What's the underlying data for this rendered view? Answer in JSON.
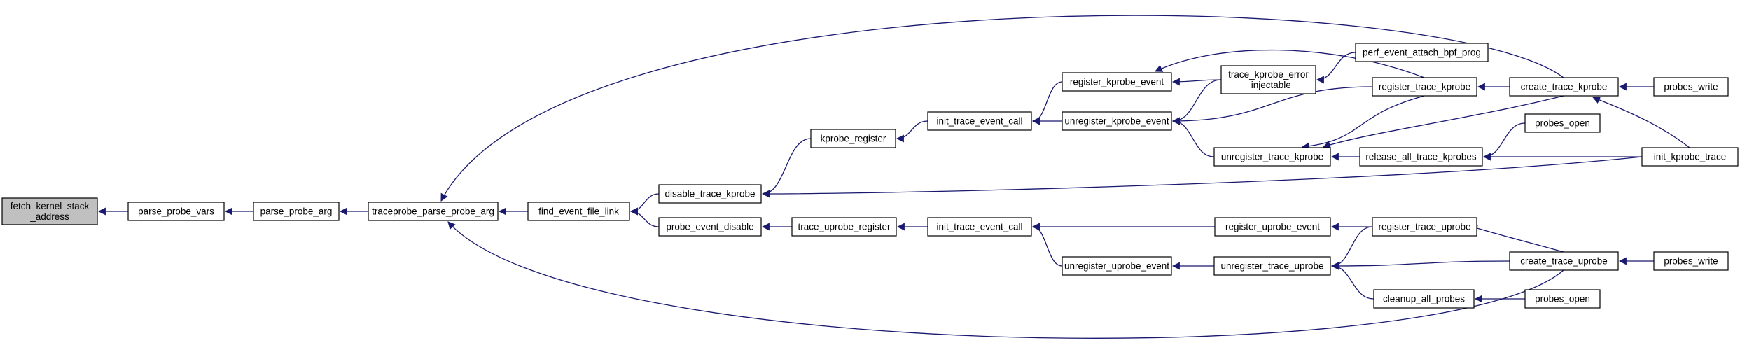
{
  "graph": {
    "title": "",
    "colors": {
      "edge": "#191970",
      "root_fill": "#c0c0c0",
      "node_fill": "#ffffff",
      "node_stroke": "#000000"
    },
    "nodes": [
      {
        "id": "n0",
        "lines": [
          "fetch_kernel_stack",
          "_address"
        ],
        "root": true
      },
      {
        "id": "n1",
        "lines": [
          "parse_probe_vars"
        ]
      },
      {
        "id": "n2",
        "lines": [
          "parse_probe_arg"
        ]
      },
      {
        "id": "n3",
        "lines": [
          "traceprobe_parse_probe_arg"
        ]
      },
      {
        "id": "n4",
        "lines": [
          "find_event_file_link"
        ]
      },
      {
        "id": "n5",
        "lines": [
          "disable_trace_kprobe"
        ]
      },
      {
        "id": "n6",
        "lines": [
          "probe_event_disable"
        ]
      },
      {
        "id": "n7",
        "lines": [
          "kprobe_register"
        ]
      },
      {
        "id": "n8",
        "lines": [
          "trace_uprobe_register"
        ]
      },
      {
        "id": "n9",
        "lines": [
          "init_trace_event_call"
        ]
      },
      {
        "id": "n10",
        "lines": [
          "init_trace_event_call"
        ]
      },
      {
        "id": "n11",
        "lines": [
          "register_kprobe_event"
        ]
      },
      {
        "id": "n12",
        "lines": [
          "unregister_kprobe_event"
        ]
      },
      {
        "id": "n13",
        "lines": [
          "register_uprobe_event"
        ]
      },
      {
        "id": "n14",
        "lines": [
          "unregister_uprobe_event"
        ]
      },
      {
        "id": "n15",
        "lines": [
          "trace_kprobe_error",
          "_injectable"
        ]
      },
      {
        "id": "n16",
        "lines": [
          "unregister_trace_kprobe"
        ]
      },
      {
        "id": "n17",
        "lines": [
          "unregister_trace_uprobe"
        ]
      },
      {
        "id": "n18",
        "lines": [
          "perf_event_attach_bpf_prog"
        ]
      },
      {
        "id": "n19",
        "lines": [
          "register_trace_kprobe"
        ]
      },
      {
        "id": "n20",
        "lines": [
          "release_all_trace_kprobes"
        ]
      },
      {
        "id": "n21",
        "lines": [
          "register_trace_uprobe"
        ]
      },
      {
        "id": "n22",
        "lines": [
          "cleanup_all_probes"
        ]
      },
      {
        "id": "n23",
        "lines": [
          "create_trace_kprobe"
        ]
      },
      {
        "id": "n24",
        "lines": [
          "probes_open"
        ]
      },
      {
        "id": "n25",
        "lines": [
          "create_trace_uprobe"
        ]
      },
      {
        "id": "n26",
        "lines": [
          "probes_open"
        ]
      },
      {
        "id": "n27",
        "lines": [
          "probes_write"
        ]
      },
      {
        "id": "n28",
        "lines": [
          "init_kprobe_trace"
        ]
      },
      {
        "id": "n29",
        "lines": [
          "probes_write"
        ]
      }
    ],
    "edges": [
      {
        "caller": "n1",
        "callee": "n0"
      },
      {
        "caller": "n2",
        "callee": "n1"
      },
      {
        "caller": "n3",
        "callee": "n2"
      },
      {
        "caller": "n4",
        "callee": "n3"
      },
      {
        "caller": "n23",
        "callee": "n3"
      },
      {
        "caller": "n25",
        "callee": "n3"
      },
      {
        "caller": "n5",
        "callee": "n4"
      },
      {
        "caller": "n6",
        "callee": "n4"
      },
      {
        "caller": "n7",
        "callee": "n5"
      },
      {
        "caller": "n28",
        "callee": "n5"
      },
      {
        "caller": "n8",
        "callee": "n6"
      },
      {
        "caller": "n9",
        "callee": "n7"
      },
      {
        "caller": "n10",
        "callee": "n8"
      },
      {
        "caller": "n11",
        "callee": "n9"
      },
      {
        "caller": "n12",
        "callee": "n9"
      },
      {
        "caller": "n13",
        "callee": "n10"
      },
      {
        "caller": "n14",
        "callee": "n10"
      },
      {
        "caller": "n15",
        "callee": "n11"
      },
      {
        "caller": "n19",
        "callee": "n11"
      },
      {
        "caller": "n15",
        "callee": "n12"
      },
      {
        "caller": "n16",
        "callee": "n12"
      },
      {
        "caller": "n19",
        "callee": "n12"
      },
      {
        "caller": "n21",
        "callee": "n13"
      },
      {
        "caller": "n17",
        "callee": "n14"
      },
      {
        "caller": "n18",
        "callee": "n15"
      },
      {
        "caller": "n19",
        "callee": "n16"
      },
      {
        "caller": "n20",
        "callee": "n16"
      },
      {
        "caller": "n23",
        "callee": "n16"
      },
      {
        "caller": "n21",
        "callee": "n17"
      },
      {
        "caller": "n22",
        "callee": "n17"
      },
      {
        "caller": "n25",
        "callee": "n17"
      },
      {
        "caller": "n23",
        "callee": "n19"
      },
      {
        "caller": "n24",
        "callee": "n20"
      },
      {
        "caller": "n28",
        "callee": "n20"
      },
      {
        "caller": "n25",
        "callee": "n21"
      },
      {
        "caller": "n26",
        "callee": "n22"
      },
      {
        "caller": "n27",
        "callee": "n23"
      },
      {
        "caller": "n28",
        "callee": "n23"
      },
      {
        "caller": "n29",
        "callee": "n25"
      }
    ]
  }
}
